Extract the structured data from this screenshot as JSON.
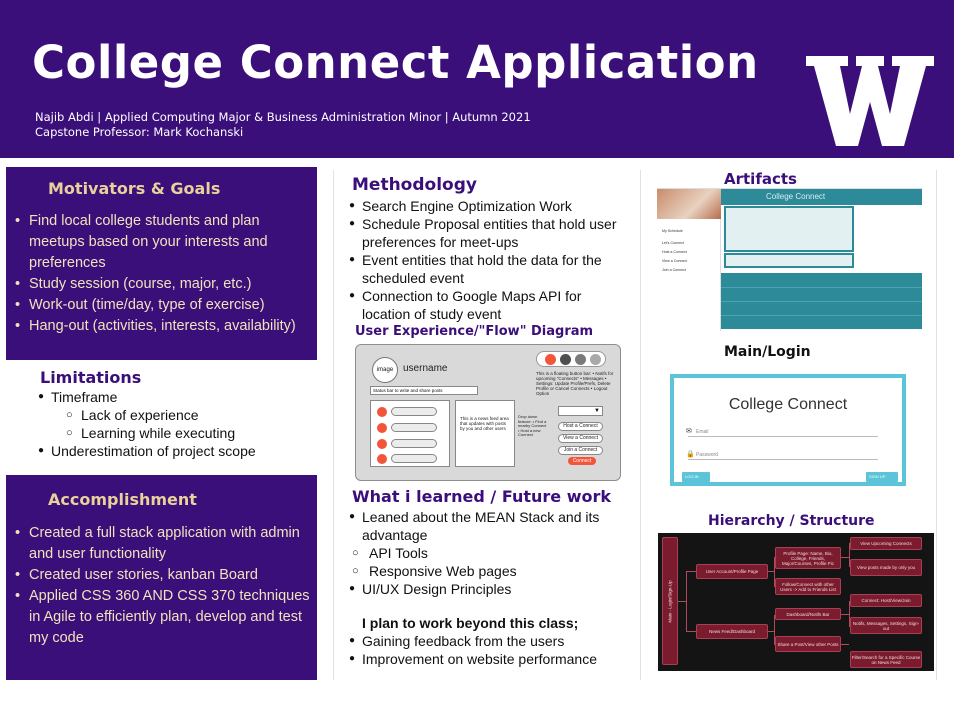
{
  "header": {
    "title": "College Connect Application",
    "author_line": "Najib Abdi | Applied Computing Major & Business Administration Minor | Autumn 2021",
    "professor_line": "Capstone Professor: Mark Kochanski",
    "logo_letter": "W"
  },
  "motivators": {
    "title": "Motivators & Goals",
    "items": [
      "Find local college students and plan meetups based on your interests and preferences",
      "Study session (course, major, etc.)",
      "Work-out (time/day, type of exercise)",
      "Hang-out (activities, interests, availability)"
    ]
  },
  "limitations": {
    "title": "Limitations",
    "item1": "Timeframe",
    "sub1": "Lack of experience",
    "sub2": "Learning while executing",
    "item2": "Underestimation of project scope"
  },
  "accomplishment": {
    "title": "Accomplishment",
    "items": [
      "Created a full stack application with admin and user functionality",
      "Created user stories, kanban Board",
      "Applied CSS 360 AND CSS 370 techniques in Agile to efficiently plan, develop and test my code"
    ]
  },
  "methodology": {
    "title": "Methodology",
    "items": [
      "Search Engine Optimization Work",
      "Schedule Proposal entities that hold user preferences for meet-ups",
      "Event entities that hold the data for the scheduled event",
      "Connection to Google Maps API for location of study event"
    ]
  },
  "flow": {
    "title": "User Experience/\"Flow\" Diagram",
    "image_label": "image",
    "username": "username",
    "status_bar": "Status bar to write and share posts",
    "floating_text": "This is a floating button bar: • Notifs for upcoming \"Connects\" • Messages • Settings: Update Profile/Prefs, Delete Profile or Cancel Connects • Logout Option",
    "news_text": "This is a news feed area that updates with posts by you and other users",
    "dropdown_text": "Drop down feature: • Find a nearby Connect • Host a new Connect",
    "dropdown_arrow": "▼",
    "btn_host": "Host a Connect",
    "btn_view": "View a Connect",
    "btn_join": "Join a Connect",
    "btn_red": "Connect"
  },
  "learned": {
    "title": "What i learned / Future work",
    "item1": "Leaned about the MEAN Stack and its advantage",
    "sub1": "API Tools",
    "sub2": "Responsive Web pages",
    "item2": "UI/UX Design Principles",
    "plan": "I plan to work beyond this class;",
    "item3": "Gaining feedback from the users",
    "item4": "Improvement on website performance"
  },
  "artifacts": {
    "title": "Artifacts",
    "app_name": "College Connect",
    "side_items": [
      "My Schedule",
      "Let's Connect",
      "Host a Connect",
      "View a Connect",
      "Join a Connect"
    ]
  },
  "login": {
    "title": "Main/Login",
    "app_name": "College Connect",
    "email_label": "Email",
    "password_label": "Password",
    "login_btn": "LOG IN",
    "signup_btn": "SIGN UP"
  },
  "hierarchy": {
    "title": "Hierarchy / Structure",
    "root": "Main - Login/Sign-Up",
    "account": "User Account/Profile Page",
    "newsfeed": "News Feed/Dashboard",
    "profile_info": "Profile Page: Name, Bio, College, Friends, Major/Courses, Profile Pic",
    "follow": "Follow/Connect with other Users -> Add to Friends List",
    "dashboard_bar": "Dashboard/Notifs Bar",
    "share_post": "Share a Post/View other Posts",
    "view_upcoming": "View Upcoming Connects",
    "view_posts": "View posts made by only you",
    "connect": "Connect: Host/View/Join",
    "notifs": "Notifs, Messages, Settings, Sign-out",
    "filter": "Filter/Search for a Specific Course on News Feed"
  },
  "colors": {
    "purple": "#3b0f7a",
    "gold_heading": "#e8d19a",
    "teal": "#2d8a98",
    "maroon": "#7a1c2e"
  }
}
